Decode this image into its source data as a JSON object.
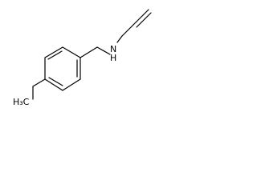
{
  "structure": {
    "labels": {
      "nitrogen": "N",
      "hydrogen": "H",
      "methyl": "H₃C"
    }
  },
  "colors": {
    "bond": "#000000",
    "background": "#ffffff"
  }
}
